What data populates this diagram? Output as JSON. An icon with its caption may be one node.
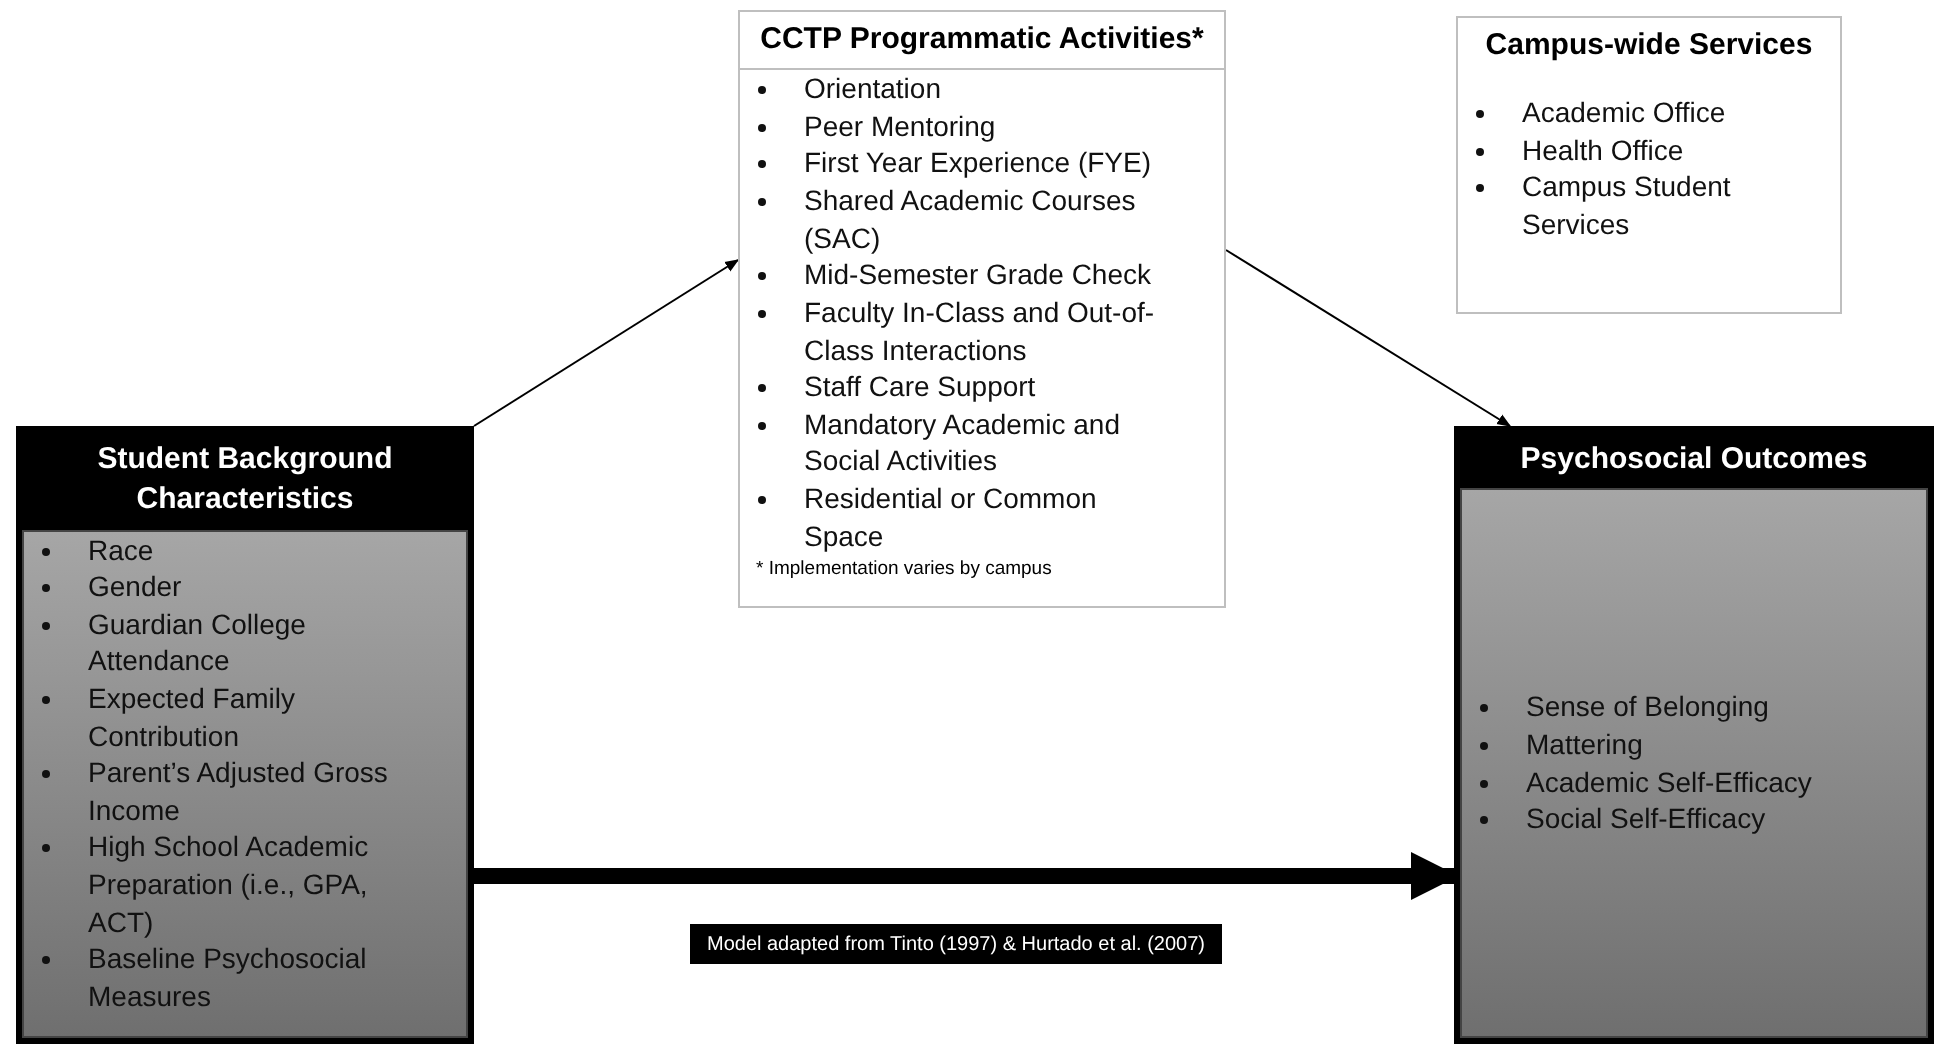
{
  "diagram": {
    "nodes": [
      {
        "text": [
          "Student Background Characteristics",
          "Race",
          "Gender",
          "Guardian College Attendance",
          "Expected Family Contribution",
          "Parent’s Adjusted Gross Income",
          "High School Academic Preparation (i.e., GPA, ACT)",
          "Baseline Psychosocial Measures"
        ]
      },
      {
        "text": [
          "CCTP Programmatic Activities*",
          "Orientation",
          "Peer Mentoring",
          "First Year Experience (FYE)",
          "Shared Academic Courses (SAC)",
          "Mid-Semester Grade Check",
          "Faculty In-Class and Out-of-Class Interactions",
          "Staff Care Support",
          "Mandatory Academic and Social Activities",
          "Residential or Common Space",
          "* Implementation varies by campus"
        ]
      },
      {
        "text": [
          "Campus-wide Services",
          "Academic Office",
          "Health Office",
          "Campus Student Services"
        ]
      },
      {
        "text": [
          "Psychosocial Outcomes",
          "Sense of Belonging",
          "Mattering",
          "Academic Self-Efficacy",
          "Social Self-Efficacy"
        ]
      },
      {
        "text": [
          "Model adapted from Tinto (1997) & Hurtado et al. (2007)"
        ]
      }
    ],
    "edges": [
      {
        "from": 0,
        "to": 1,
        "arrow": "to"
      },
      {
        "from": 1,
        "to": 3,
        "arrow": "to"
      },
      {
        "from": 0,
        "to": 3,
        "arrow": "to",
        "style": "thick"
      }
    ]
  }
}
